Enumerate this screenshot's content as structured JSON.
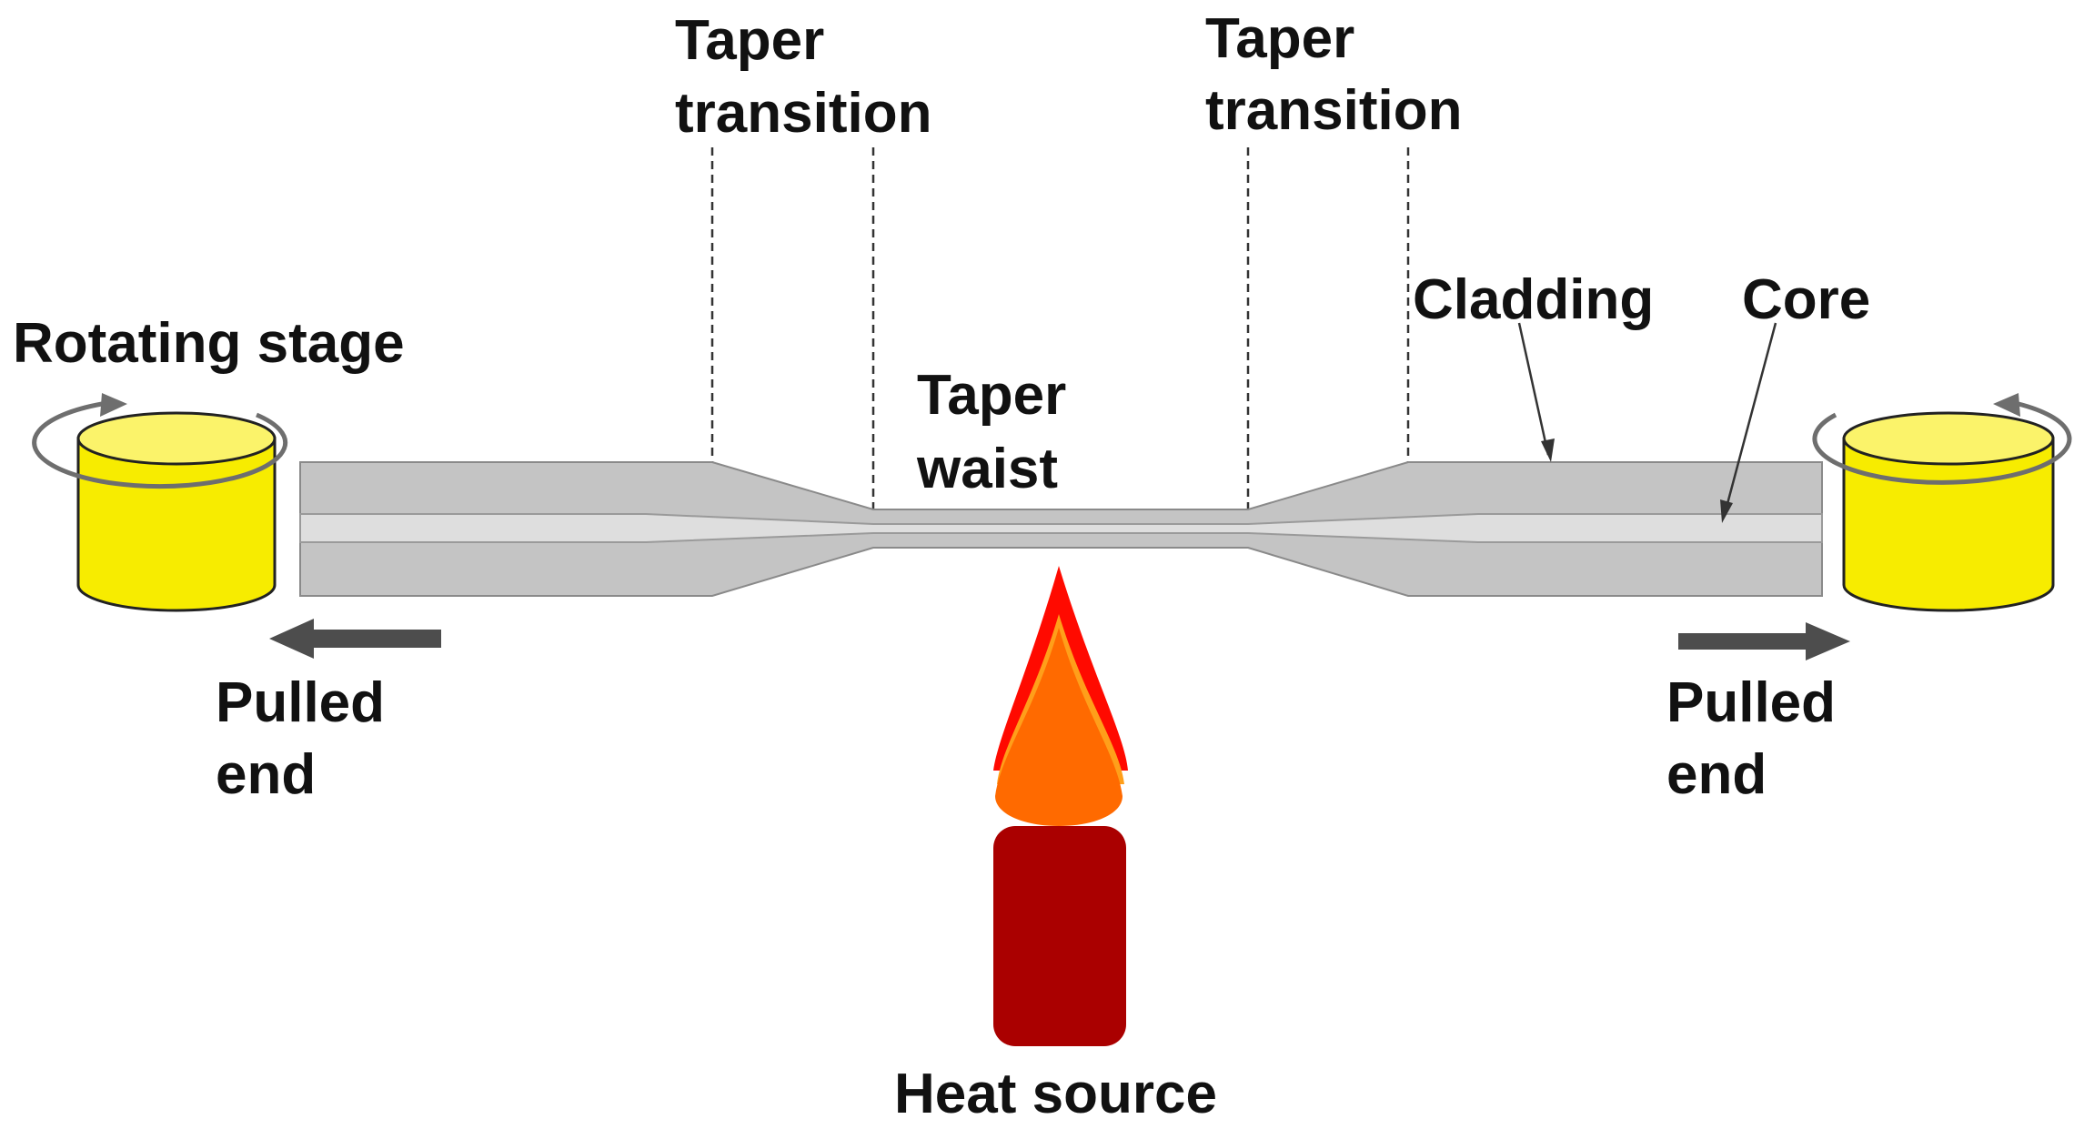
{
  "diagram": {
    "labels": {
      "taper_transition_left_line1": "Taper",
      "taper_transition_left_line2": "transition",
      "taper_transition_right_line1": "Taper",
      "taper_transition_right_line2": "transition",
      "rotating_stage": "Rotating stage",
      "taper_waist_line1": "Taper",
      "taper_waist_line2": "waist",
      "cladding": "Cladding",
      "core": "Core",
      "pulled_end_left_line1": "Pulled",
      "pulled_end_left_line2": "end",
      "pulled_end_right_line1": "Pulled",
      "pulled_end_right_line2": "end",
      "heat_source": "Heat source"
    },
    "colors": {
      "stage_fill": "#f7ec00",
      "stage_top": "#fbf36a",
      "stage_stroke": "#222222",
      "cladding_fill": "#c4c4c4",
      "core_fill": "#dedede",
      "fiber_stroke": "#8a8a8a",
      "arrow_fill": "#4d4d4d",
      "flame_outer": "#ff0a00",
      "flame_mid": "#ff9f1a",
      "flame_inner": "#ff6a00",
      "burner_fill": "#aa0000",
      "guide_line": "#333333",
      "text": "#111111"
    }
  }
}
